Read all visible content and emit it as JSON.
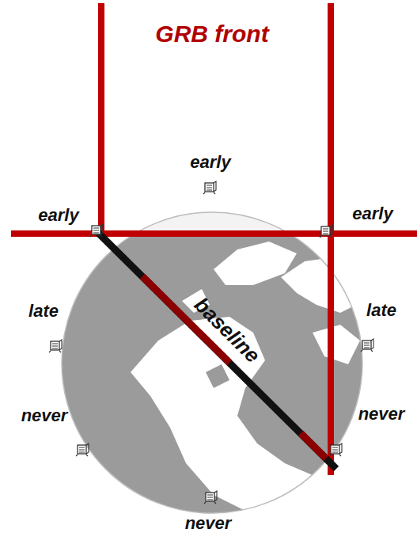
{
  "diagram": {
    "labels": [
      "GRB front",
      "early",
      "early",
      "early",
      "late",
      "late",
      "never",
      "baseline",
      "never",
      "never"
    ]
  }
}
